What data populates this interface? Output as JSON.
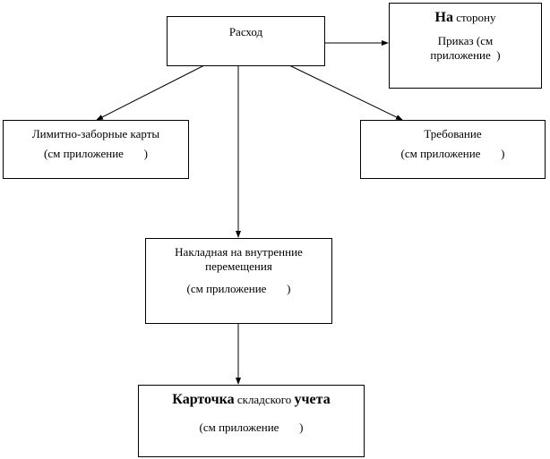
{
  "nodes": {
    "expense": {
      "title": "Расход"
    },
    "outside": {
      "title_bold": "На",
      "title_rest": " сторону",
      "line1": "Приказ (см",
      "line2": "приложение  )"
    },
    "limit_cards": {
      "title": "Лимитно-заборные карты",
      "note": "(см приложение       )"
    },
    "requisition": {
      "title": "Требование",
      "note": "(см приложение       )"
    },
    "internal_waybill": {
      "line1": "Накладная на внутренние",
      "line2": "перемещения",
      "note": "(см приложение       )"
    },
    "stock_card": {
      "title_bold1": "Карточка",
      "title_mid": " складского ",
      "title_bold2": "учета",
      "note": "(см приложение       )"
    }
  }
}
